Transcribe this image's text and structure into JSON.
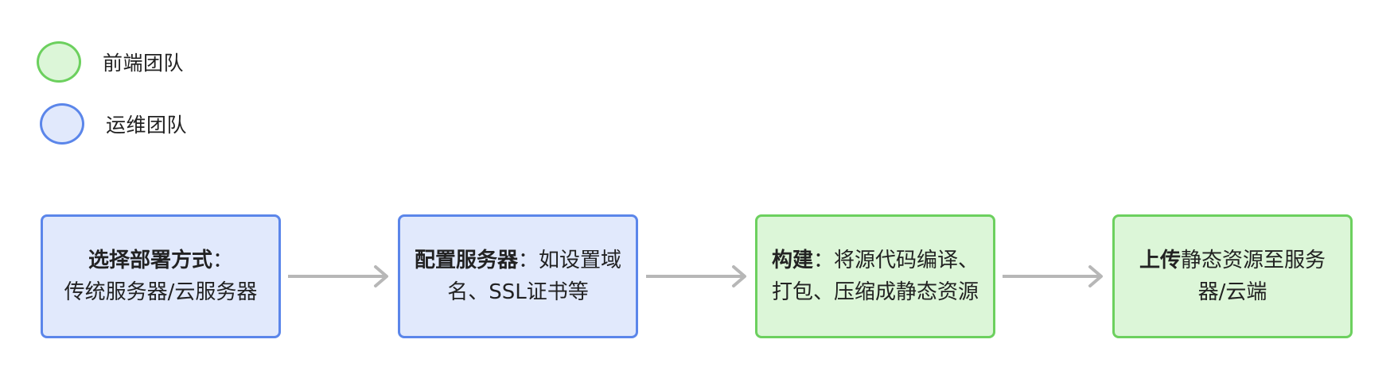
{
  "colors": {
    "frontend_fill": "#dcf6d8",
    "frontend_stroke": "#6cd05e",
    "ops_fill": "#e1e9fc",
    "ops_stroke": "#5b86ea",
    "arrow": "#b7b7b7"
  },
  "legend": [
    {
      "label": "前端团队",
      "team": "frontend"
    },
    {
      "label": "运维团队",
      "team": "ops"
    }
  ],
  "steps": [
    {
      "team": "ops",
      "bold": "选择部署方式",
      "sep": "：",
      "text_1": "",
      "text_2": "传统服务器/云服务器"
    },
    {
      "team": "ops",
      "bold": "配置服务器",
      "sep": "：",
      "text_1": "如设置域",
      "text_2": "名、SSL证书等"
    },
    {
      "team": "frontend",
      "bold": "构建",
      "sep": "：",
      "text_1": "将源代码编译、",
      "text_2": "打包、压缩成静态资源"
    },
    {
      "team": "frontend",
      "bold": "上传",
      "sep": "",
      "text_1": "静态资源至服务",
      "text_2": "器/云端"
    }
  ]
}
